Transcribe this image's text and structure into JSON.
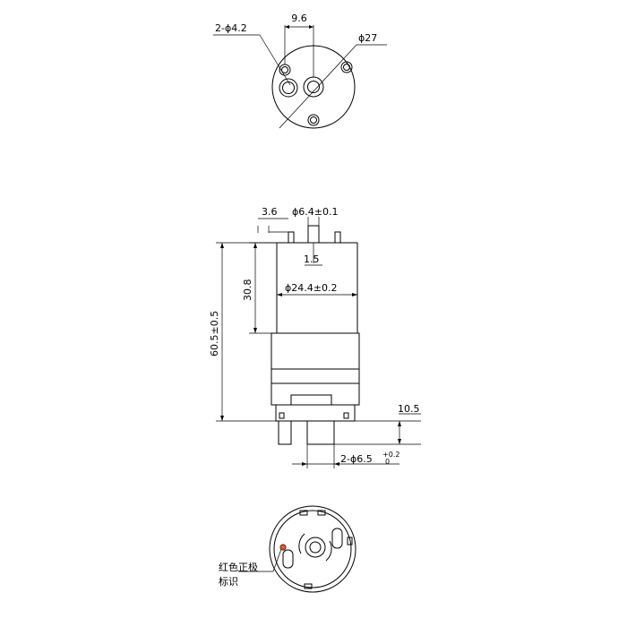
{
  "top_view": {
    "hole_callout": "2-ϕ4.2",
    "hole_spacing": "9.6",
    "body_diameter": "ϕ27"
  },
  "side_view": {
    "pin_offset": "3.6",
    "shaft_diameter": "ϕ6.4±0.1",
    "shaft_flat": "1.5",
    "motor_length": "30.8",
    "motor_diameter": "ϕ24.4±0.2",
    "total_length": "60.5±0.5",
    "output_shaft_length": "10.5",
    "output_shaft_callout": "2-ϕ6.5",
    "output_shaft_tol_upper": "+0.2",
    "output_shaft_tol_lower": "0"
  },
  "bottom_view": {
    "note_line1": "红色正极",
    "note_line2": "标识",
    "marker_color": "#e05a2a"
  }
}
